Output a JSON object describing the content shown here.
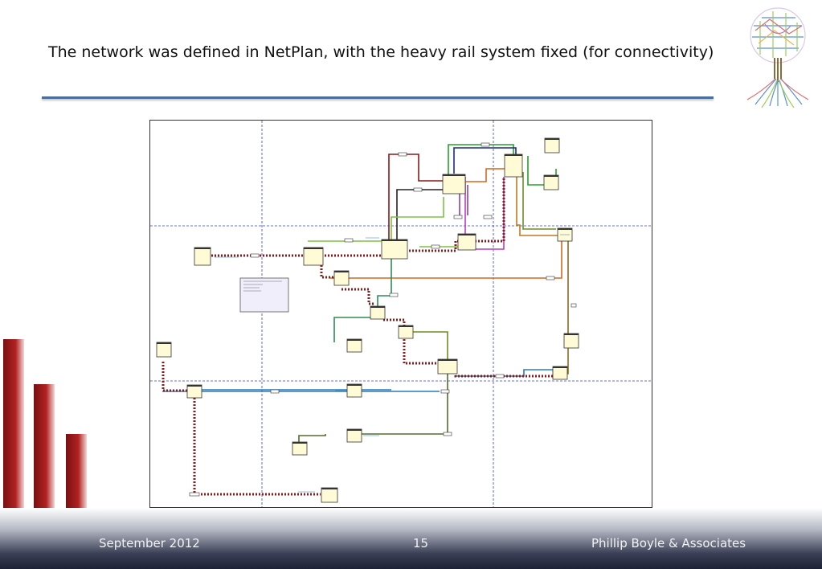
{
  "slide": {
    "title": "The network was defined in NetPlan, with the heavy rail system fixed (for connectivity)"
  },
  "footer": {
    "date": "September 2012",
    "page_number": "15",
    "company": "Phillip Boyle & Associates"
  },
  "colors": {
    "accent_rule": "#4a6f9a",
    "heavy_rail": "#8b1a1a",
    "node_fill": "#fffbd6",
    "footer_dark": "#1d2236",
    "grid_line": "#3344cc"
  },
  "icons": [
    "transit-tree-logo"
  ]
}
